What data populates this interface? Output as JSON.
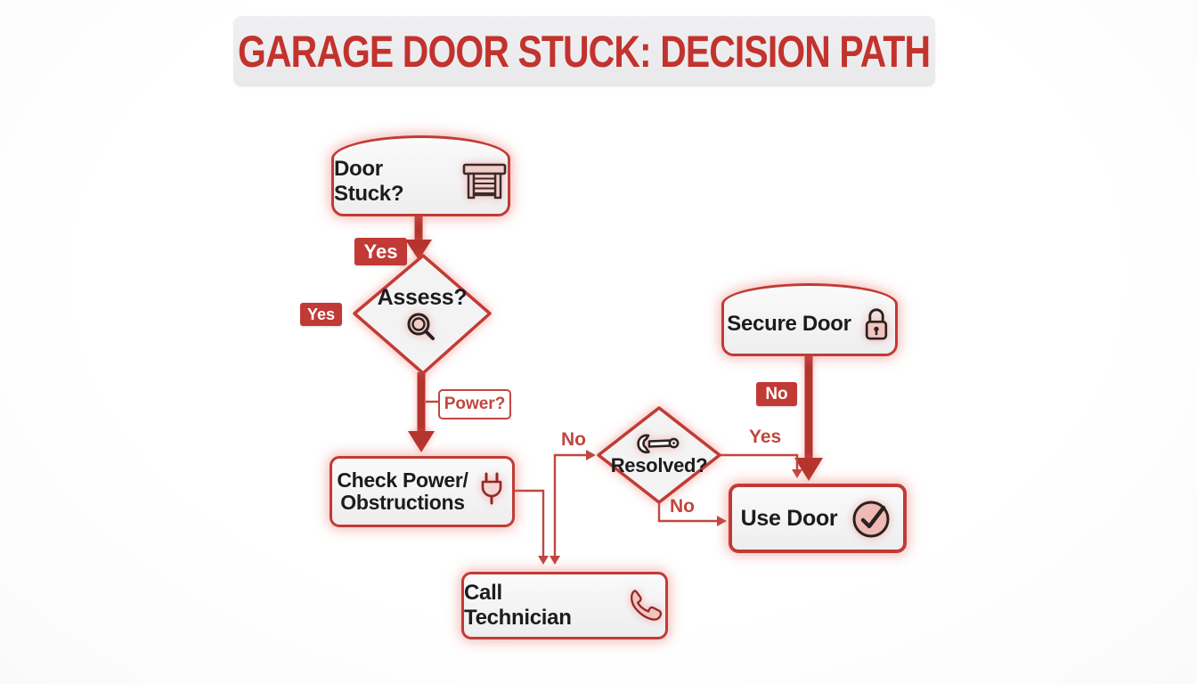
{
  "title": "GARAGE DOOR STUCK: DECISION PATH",
  "nodes": {
    "door_stuck": {
      "label": "Door Stuck?",
      "icon": "garage-door-icon"
    },
    "assess": {
      "label": "Assess?",
      "icon": "magnifier-icon"
    },
    "check_power": {
      "line1": "Check Power/",
      "line2": "Obstructions",
      "icon": "plug-icon"
    },
    "call_technician": {
      "label": "Call Technician",
      "icon": "phone-icon"
    },
    "resolved": {
      "label": "Resolved?",
      "icon": "wrench-icon"
    },
    "secure_door": {
      "label": "Secure Door",
      "icon": "padlock-icon"
    },
    "use_door": {
      "label": "Use Door",
      "icon": "check-circle-icon"
    }
  },
  "labels": {
    "yes_top": "Yes",
    "yes_left": "Yes",
    "power": "Power?",
    "no_into_resolved": "No",
    "yes_resolved": "Yes",
    "no_resolved": "No",
    "no_secure": "No"
  },
  "edges": [
    {
      "from": "door_stuck",
      "to": "assess",
      "label": "Yes",
      "style": "thick"
    },
    {
      "from": "assess",
      "to": "check_power",
      "label": "Power?",
      "style": "thick"
    },
    {
      "from": "check_power",
      "to": "call_technician",
      "label": "",
      "style": "thin"
    },
    {
      "from": "resolved",
      "to": "call_technician",
      "label": "No",
      "style": "thin"
    },
    {
      "from": "resolved",
      "to": "use_door",
      "label": "Yes",
      "style": "thin"
    },
    {
      "from": "resolved",
      "to": "use_door",
      "label": "No",
      "style": "thin"
    },
    {
      "from": "secure_door",
      "to": "use_door",
      "label": "No",
      "style": "thick"
    }
  ],
  "colors": {
    "accent_red": "#c13b35",
    "arrow_red": "#b5342e",
    "line_red": "#c1463f",
    "badge_red": "#c13a35",
    "title_red": "#c2332e",
    "node_fill": "#f1f1f3",
    "banner_bg": "#ececee",
    "icon_pink": "#f3cdc9",
    "text_dark": "#1c1c1e"
  }
}
